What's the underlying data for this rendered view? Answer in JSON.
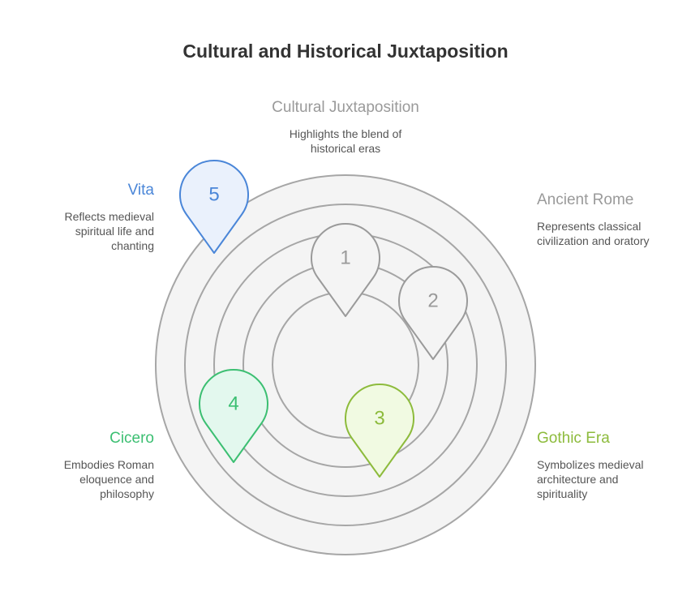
{
  "title": "Cultural and Historical Juxtaposition",
  "colors": {
    "ring_fill": "#f4f4f4",
    "ring_stroke": "#a6a6a6",
    "gray_pin": "#9a9a9a",
    "vita": "#4a86d8",
    "cicero": "#3cbf72",
    "gothic": "#8dbb3c"
  },
  "pins": [
    {
      "number": "1",
      "theme": "gray"
    },
    {
      "number": "2",
      "theme": "gray"
    },
    {
      "number": "3",
      "theme": "gothic"
    },
    {
      "number": "4",
      "theme": "cicero"
    },
    {
      "number": "5",
      "theme": "vita"
    }
  ],
  "labels": {
    "cultural": {
      "heading": "Cultural Juxtaposition",
      "desc": "Highlights the blend of historical eras"
    },
    "ancient_rome": {
      "heading": "Ancient Rome",
      "desc": "Represents classical civilization and oratory"
    },
    "gothic_era": {
      "heading": "Gothic Era",
      "desc": "Symbolizes medieval architecture and spirituality"
    },
    "cicero": {
      "heading": "Cicero",
      "desc": "Embodies Roman eloquence and philosophy"
    },
    "vita": {
      "heading": "Vita",
      "desc": "Reflects medieval spiritual life and chanting"
    }
  }
}
